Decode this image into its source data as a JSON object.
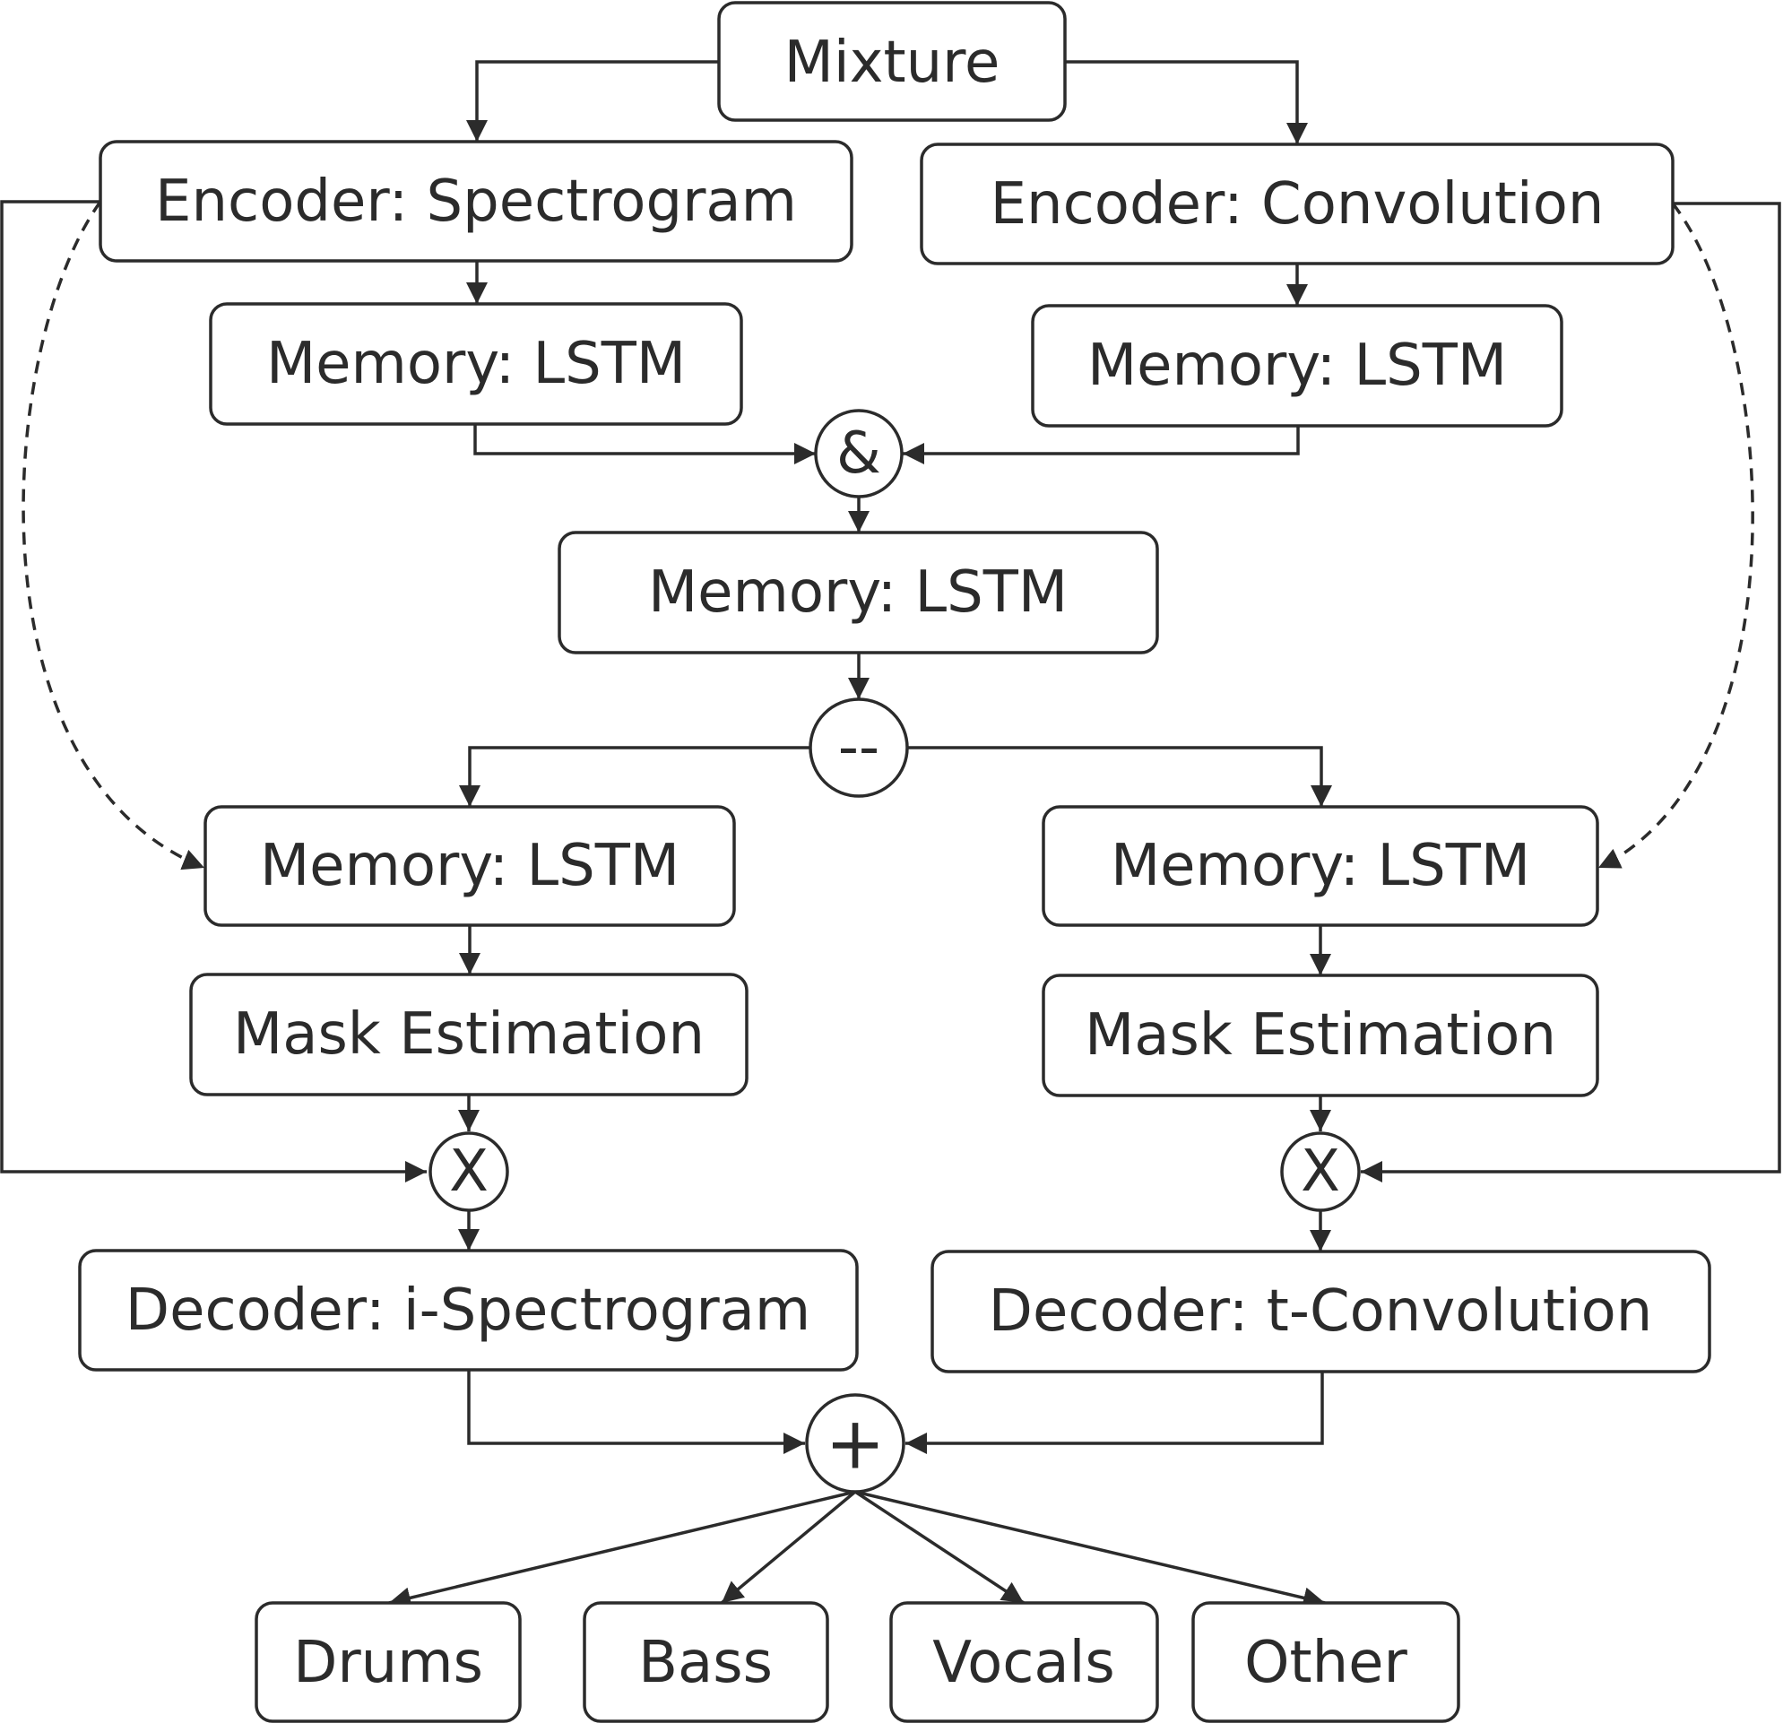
{
  "nodes": {
    "mixture": "Mixture",
    "encoder_spectrogram": "Encoder: Spectrogram",
    "encoder_convolution": "Encoder: Convolution",
    "memory_lstm_left_top": "Memory: LSTM",
    "memory_lstm_right_top": "Memory: LSTM",
    "memory_lstm_center": "Memory: LSTM",
    "memory_lstm_left_bottom": "Memory: LSTM",
    "memory_lstm_right_bottom": "Memory: LSTM",
    "mask_estimation_left": "Mask Estimation",
    "mask_estimation_right": "Mask Estimation",
    "decoder_i_spectrogram": "Decoder: i-Spectrogram",
    "decoder_t_convolution": "Decoder: t-Convolution",
    "output_drums": "Drums",
    "output_bass": "Bass",
    "output_vocals": "Vocals",
    "output_other": "Other"
  },
  "operators": {
    "concat": "&",
    "split": "--",
    "multiply_left": "X",
    "multiply_right": "X",
    "sum": "+"
  },
  "colors": {
    "stroke": "#2b2b2b",
    "fill": "#ffffff"
  }
}
